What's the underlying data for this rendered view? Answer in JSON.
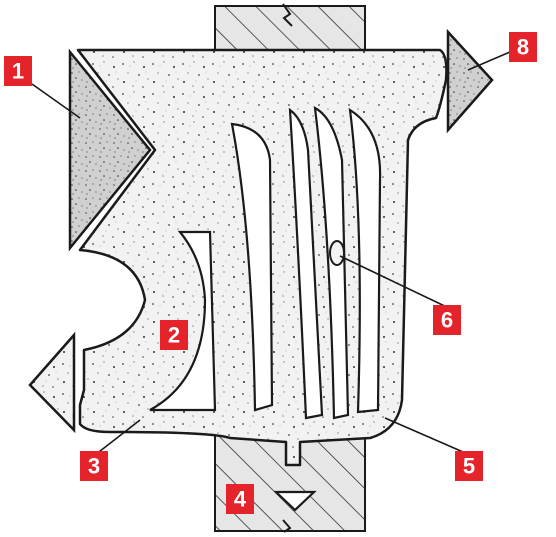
{
  "callouts": [
    {
      "id": "1",
      "label": "1"
    },
    {
      "id": "2",
      "label": "2"
    },
    {
      "id": "3",
      "label": "3"
    },
    {
      "id": "4",
      "label": "4"
    },
    {
      "id": "5",
      "label": "5"
    },
    {
      "id": "6",
      "label": "6"
    },
    {
      "id": "8",
      "label": "8"
    }
  ],
  "colors": {
    "callout": "#e4232b",
    "stipple_fill": "#f2f2f2",
    "outline": "#1a1a1a",
    "wall_fill": "#d9d9d9"
  }
}
